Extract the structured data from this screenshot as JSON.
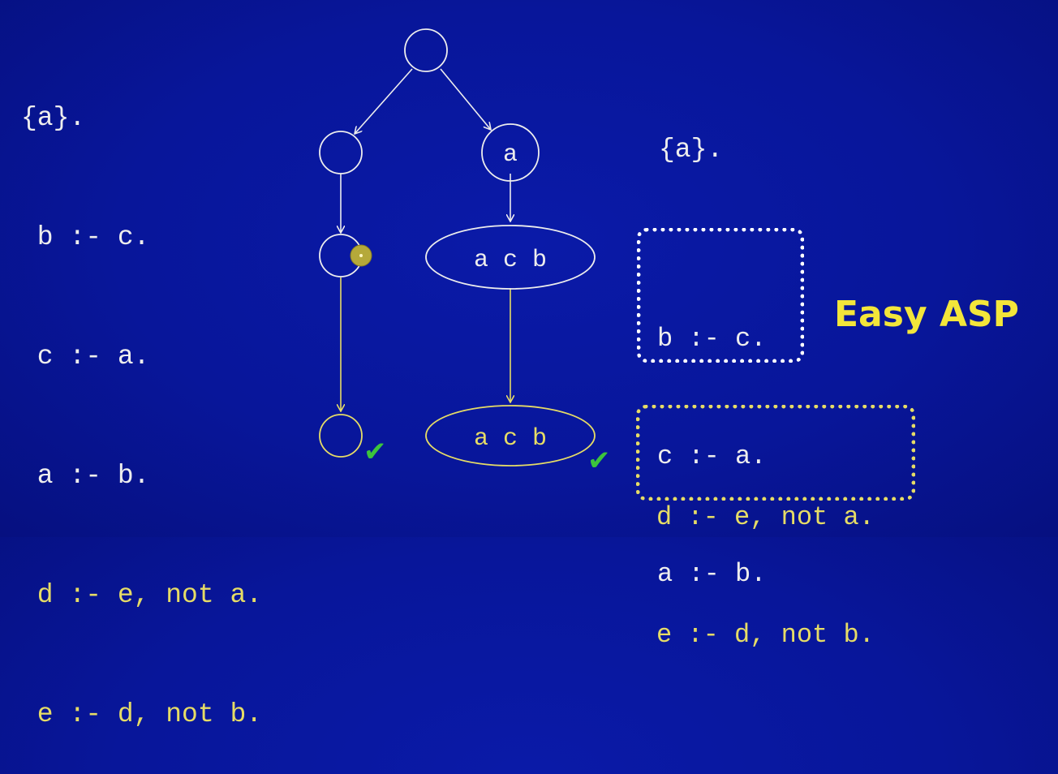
{
  "left_program": {
    "fact": "{a}.",
    "rules_white": [
      "b :- c.",
      "c :- a.",
      "a :- b."
    ],
    "rules_yellow": [
      "d :- e, not a.",
      "e :- d, not b."
    ]
  },
  "tree": {
    "nodes": {
      "root": "",
      "left_level1": "",
      "right_level1": "a",
      "left_level2": "",
      "right_level2": "a c b",
      "left_level3": "",
      "right_level3": "a c b"
    },
    "check_mark": "✔"
  },
  "right_program": {
    "fact": "{a}.",
    "white_box_rules": [
      "b :- c.",
      "c :- a.",
      "a :- b."
    ],
    "yellow_box_rules": [
      "d :- e, not a.",
      "e :- d, not b."
    ]
  },
  "title": "Easy ASP",
  "colors": {
    "background": "#08169a",
    "white_text": "#ededed",
    "yellow_text": "#e6dc66",
    "title": "#f3e63a",
    "check": "#3cc43c",
    "cursor": "#b5a93a"
  }
}
